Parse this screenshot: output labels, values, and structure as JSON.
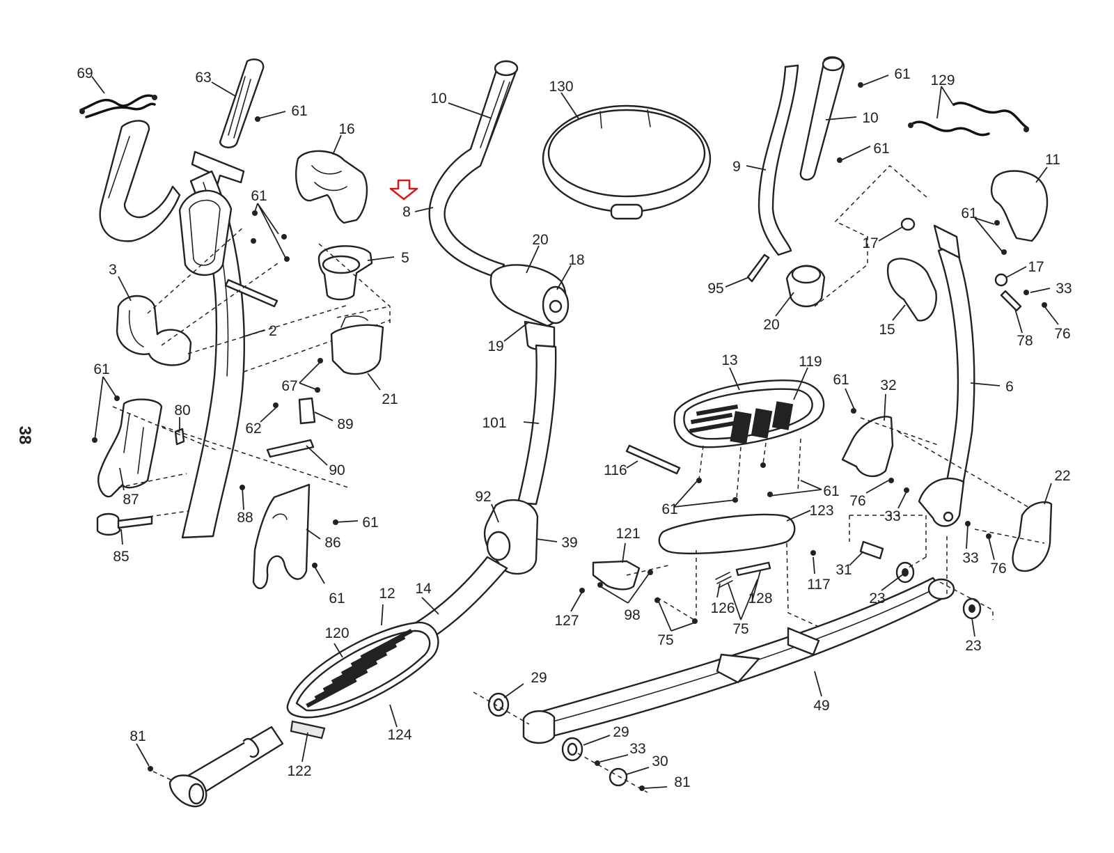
{
  "page_number": "38",
  "indicator": {
    "icon": "red-down-arrow-icon",
    "color": "#d21a1a"
  },
  "callouts": [
    "69",
    "63",
    "61",
    "16",
    "10",
    "130",
    "61",
    "129",
    "10",
    "61",
    "9",
    "11",
    "8",
    "61",
    "5",
    "20",
    "18",
    "17",
    "61",
    "17",
    "33",
    "3",
    "2",
    "95",
    "20",
    "15",
    "76",
    "78",
    "19",
    "13",
    "119",
    "61",
    "32",
    "6",
    "61",
    "67",
    "21",
    "80",
    "62",
    "89",
    "101",
    "116",
    "61",
    "22",
    "90",
    "87",
    "92",
    "61",
    "123",
    "76",
    "33",
    "88",
    "61",
    "85",
    "86",
    "39",
    "121",
    "117",
    "31",
    "33",
    "76",
    "61",
    "12",
    "14",
    "127",
    "98",
    "126",
    "128",
    "23",
    "120",
    "75",
    "75",
    "23",
    "29",
    "49",
    "124",
    "81",
    "122",
    "29",
    "33",
    "30",
    "81"
  ]
}
